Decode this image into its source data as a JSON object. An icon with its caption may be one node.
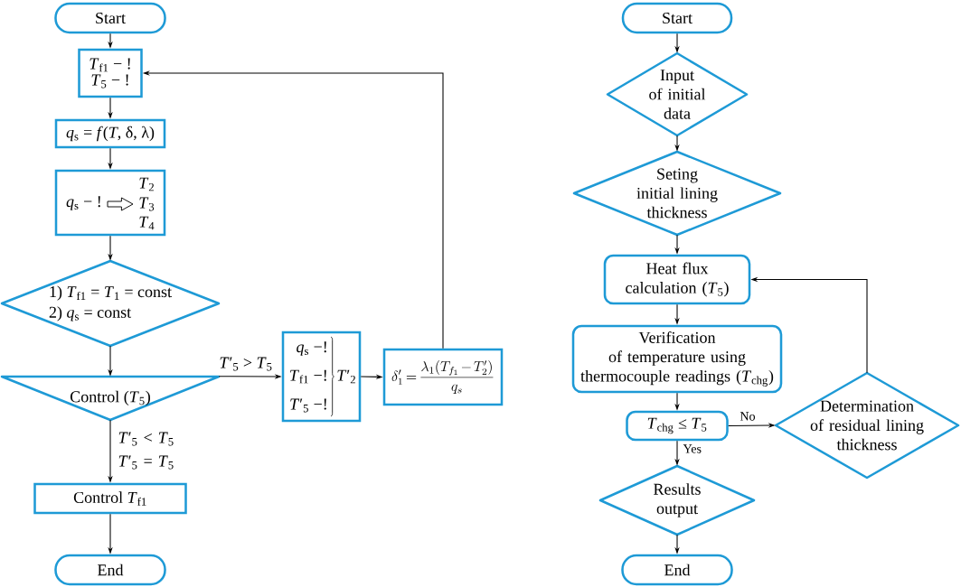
{
  "diagram": {
    "nodes": [
      {
        "text": [
          "Start"
        ]
      },
      {
        "text": [
          "*T*$_{f1}$ − !",
          "*T*$_{5}$ − !"
        ]
      },
      {
        "text": [
          "*q*$_{s}$ = *f*(*T*, δ, λ)"
        ]
      },
      {
        "text": [
          "*q*$_{s}$ − !",
          "*T*$_{2}$",
          "*T*$_{3}$",
          "*T*$_{4}$"
        ]
      },
      {
        "text": [
          "1) *T*$_{f1}$ = *T*$_{1}$ = const",
          "2) *q*$_{s}$ = const"
        ]
      },
      {
        "text": [
          "Control (*T*$_{5}$)"
        ]
      },
      {
        "text": [
          "*q*$_{s}$ −!",
          "*T*$_{f1}$ −!",
          "*T*′$_{5}$ −!",
          "*T*′$_{2}$"
        ]
      },
      {
        "text": [
          "\\delta'_1 = \\frac{\\lambda_1 (T_{f_1} - T'_2)}{q_s}"
        ]
      },
      {
        "text": [
          "Control *T*$_{f1}$"
        ]
      },
      {
        "text": [
          "End"
        ]
      },
      {
        "text": [
          "Start"
        ]
      },
      {
        "text": [
          "Input of initial data"
        ]
      },
      {
        "text": [
          "Seting initial lining thickness"
        ]
      },
      {
        "text": [
          "Heat flux calculation (*T*$_{5}$)"
        ]
      },
      {
        "text": [
          "Verification of temperature using thermocouple readings (*T*$_{chg}$)"
        ]
      },
      {
        "text": [
          "*T*$_{chg}$ ≤ *T*$_{5}$"
        ]
      },
      {
        "text": [
          "Determination of residual lining thickness"
        ]
      },
      {
        "text": [
          "Results output"
        ]
      },
      {
        "text": [
          "End"
        ]
      }
    ],
    "edges": [
      {
        "from": 0,
        "to": 1,
        "arrow": "to"
      },
      {
        "from": 1,
        "to": 2,
        "arrow": "to"
      },
      {
        "from": 2,
        "to": 3,
        "arrow": "to"
      },
      {
        "from": 3,
        "to": 4,
        "arrow": "to"
      },
      {
        "from": 4,
        "to": 5,
        "arrow": "to"
      },
      {
        "from": 5,
        "to": 6,
        "arrow": "to",
        "label": "*T*′$_{5}$ > *T*$_{5}$"
      },
      {
        "from": 6,
        "to": 7,
        "arrow": "to"
      },
      {
        "from": 7,
        "to": 1,
        "arrow": "to"
      },
      {
        "from": 5,
        "to": 8,
        "arrow": "to",
        "label": "*T*′$_{5}$ < *T*$_{5}$ *T*′$_{5}$ = *T*$_{5}$"
      },
      {
        "from": 8,
        "to": 9,
        "arrow": "to"
      },
      {
        "from": 10,
        "to": 11,
        "arrow": "to"
      },
      {
        "from": 11,
        "to": 12,
        "arrow": "to"
      },
      {
        "from": 12,
        "to": 13,
        "arrow": "to"
      },
      {
        "from": 13,
        "to": 14,
        "arrow": "to"
      },
      {
        "from": 14,
        "to": 15,
        "arrow": "to"
      },
      {
        "from": 15,
        "to": 16,
        "arrow": "to",
        "label": "No"
      },
      {
        "from": 16,
        "to": 13,
        "arrow": "to"
      },
      {
        "from": 15,
        "to": 17,
        "arrow": "to",
        "label": "Yes"
      },
      {
        "from": 17,
        "to": 18,
        "arrow": "to"
      }
    ]
  }
}
